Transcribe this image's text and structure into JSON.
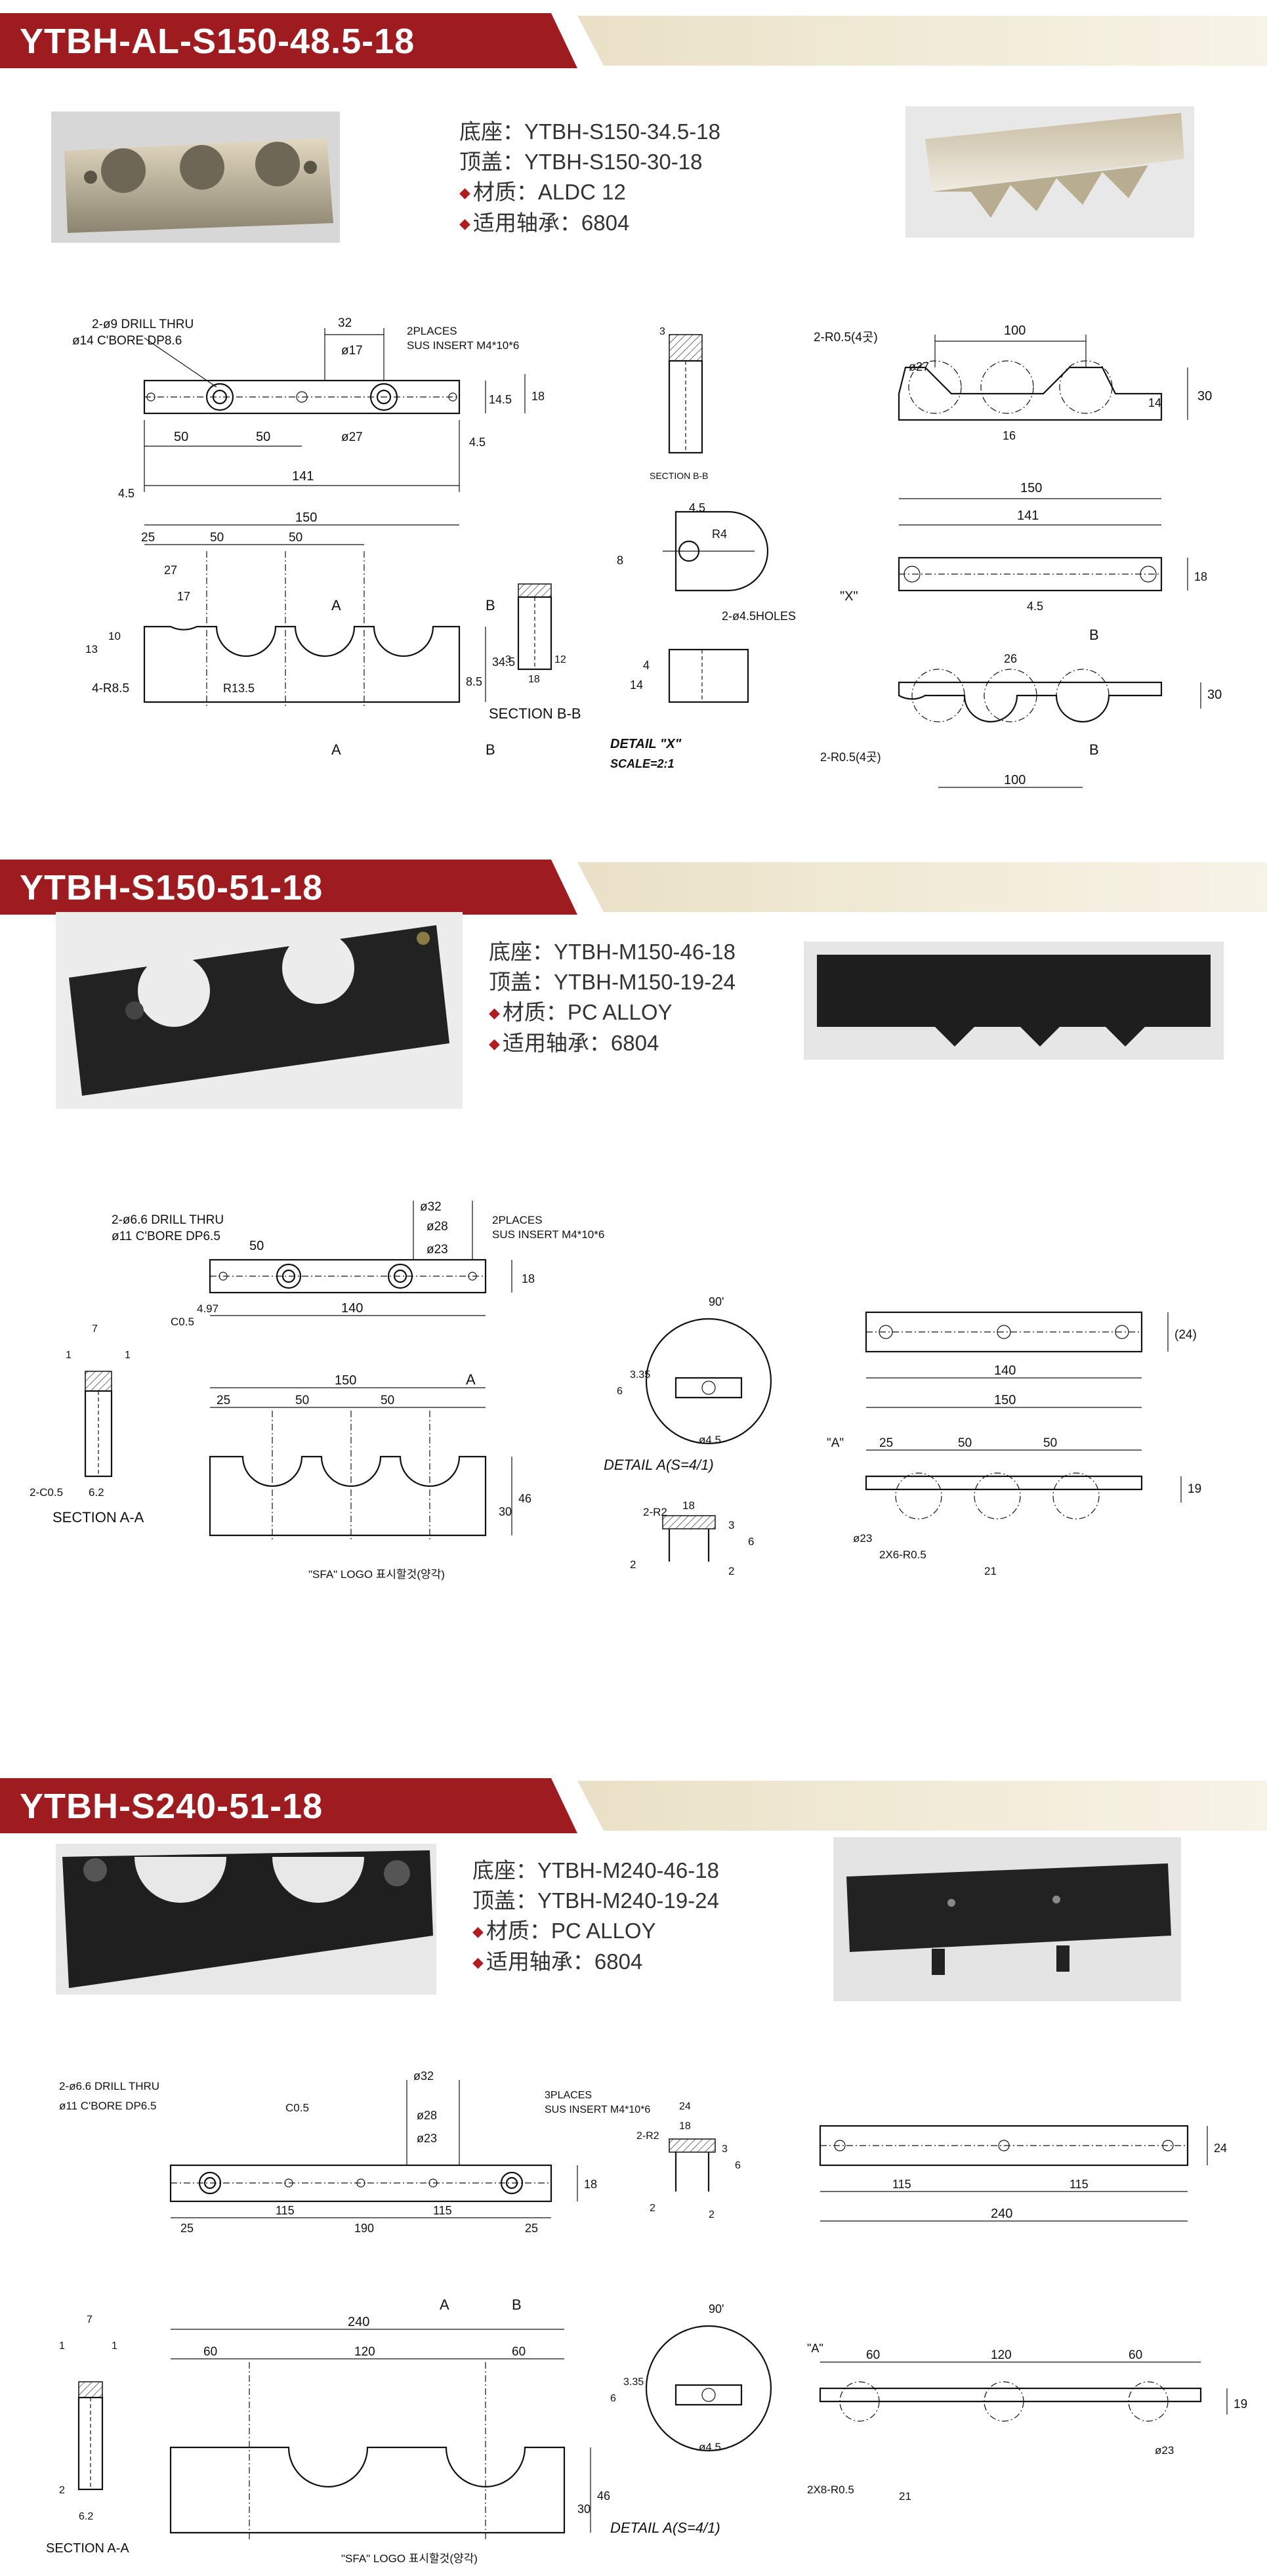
{
  "sections": [
    {
      "title": "YTBH-AL-S150-48.5-18",
      "specs": {
        "base": "底座：YTBH-S150-34.5-18",
        "cover": "顶盖：YTBH-S150-30-18",
        "material": "材质：ALDC 12",
        "bearing": "适用轴承：6804"
      },
      "bullet": "◆",
      "photo_colors": [
        "#b0a893",
        "#e6ddc8"
      ],
      "labels": {
        "drill": "2-ø9 DRILL THRU",
        "cbore": "ø14 C'BORE DP8.6",
        "places": "2PLACES",
        "insert": "SUS INSERT M4*10*6",
        "d32": "32",
        "d17": "ø17",
        "d27": "ø27",
        "d50a": "50",
        "d50b": "50",
        "d141": "141",
        "d45a": "4.5",
        "d45b": "4.5",
        "d145": "14.5",
        "d18": "18",
        "secbb_top": "SECTION B-B",
        "r05": "2-R0.5(4곳)",
        "d100": "100",
        "d16": "16",
        "d14": "14",
        "d30": "30",
        "d150": "150",
        "d141b": "141",
        "d18b": "18",
        "x_mark": "\"X\"",
        "d26": "26",
        "d100b": "100",
        "d30b": "30",
        "r05b": "2-R0.5(4곳)",
        "d27b": "ø27",
        "b_mark": "B",
        "a_mark": "A",
        "d25": "25",
        "d50c": "50",
        "d50d": "50",
        "d27c": "27",
        "d17b": "17",
        "r85": "4-R8.5",
        "r135": "R13.5",
        "d13": "13",
        "d10": "10",
        "d345": "34.5",
        "d85": "8.5",
        "secbb": "SECTION B-B",
        "d3": "3",
        "d18c": "18",
        "d12": "12",
        "r4": "R4",
        "d45c": "4.5",
        "holes": "2-ø4.5HOLES",
        "d8": "8",
        "d4": "4",
        "detail": "DETAIL \"X\"",
        "scale": "SCALE=2:1"
      }
    },
    {
      "title": "YTBH-S150-51-18",
      "specs": {
        "base": "底座：YTBH-M150-46-18",
        "cover": "顶盖：YTBH-M150-19-24",
        "material": "材质：PC ALLOY",
        "bearing": "适用轴承：6804"
      },
      "bullet": "◆",
      "photo_colors": [
        "#1e1e1e",
        "#3a3a3a"
      ],
      "labels": {
        "drill": "2-ø6.6 DRILL THRU",
        "cbore": "ø11 C'BORE DP6.5",
        "places": "2PLACES",
        "insert": "SUS INSERT M4*10*6",
        "d32": "ø32",
        "d28": "ø28",
        "d23": "ø23",
        "d50": "50",
        "d140": "140",
        "d497": "4.97",
        "c05": "C0.5",
        "d18": "18",
        "d7": "7",
        "d1a": "1",
        "d1b": "1",
        "c05b": "2-C0.5",
        "d62": "6.2",
        "secaa": "SECTION A-A",
        "d150": "150",
        "d25": "25",
        "d50a": "50",
        "d50b": "50",
        "d30": "30",
        "d46": "46",
        "logo": "\"SFA\" LOGO 표시할것(양각)",
        "a_mark": "A",
        "ang90": "90'",
        "d335": "3.35",
        "d6": "6",
        "d45": "ø4.5",
        "detail": "DETAIL A(S=4/1)",
        "r2": "2-R2",
        "d18b": "18",
        "d3": "3",
        "d6b": "6",
        "d2a": "2",
        "d2b": "2",
        "d24": "(24)",
        "d140b": "140",
        "d150b": "150",
        "a_note": "\"A\"",
        "d25b": "25",
        "d50c": "50",
        "d50d": "50",
        "d19": "19",
        "d23b": "ø23",
        "r05": "2X6-R0.5",
        "d21": "21"
      }
    },
    {
      "title": "YTBH-S240-51-18",
      "specs": {
        "base": "底座：YTBH-M240-46-18",
        "cover": "顶盖：YTBH-M240-19-24",
        "material": "材质：PC ALLOY",
        "bearing": "适用轴承：6804"
      },
      "bullet": "◆",
      "photo_colors": [
        "#1e1e1e",
        "#3a3a3a"
      ],
      "labels": {
        "drill": "2-ø6.6 DRILL THRU",
        "cbore": "ø11 C'BORE DP6.5",
        "c05": "C0.5",
        "places": "3PLACES",
        "insert": "SUS INSERT M4*10*6",
        "d32": "ø32",
        "d28": "ø28",
        "d23": "ø23",
        "d115a": "115",
        "d115b": "115",
        "d25a": "25",
        "d190": "190",
        "d25b": "25",
        "d18": "18",
        "d24": "24",
        "d18b": "18",
        "r2": "2-R2",
        "d3": "3",
        "d6": "6",
        "d2a": "2",
        "d2b": "2",
        "d24b": "24",
        "d115c": "115",
        "d115d": "115",
        "d240": "240",
        "d7": "7",
        "d1a": "1",
        "d1b": "1",
        "d2c": "2",
        "d62": "6.2",
        "secaa": "SECTION A-A",
        "d240b": "240",
        "a_mark": "A",
        "b_mark": "B",
        "d60a": "60",
        "d120": "120",
        "d60b": "60",
        "d30": "30",
        "d46": "46",
        "logo": "\"SFA\" LOGO 표시할것(양각)",
        "ang90": "90'",
        "d335": "3.35",
        "d6b": "6",
        "d45": "ø4.5",
        "detail": "DETAIL A(S=4/1)",
        "a_note": "\"A\"",
        "d60c": "60",
        "d120b": "120",
        "d60d": "60",
        "d19": "19",
        "r05": "2X8-R0.5",
        "d21": "21",
        "d23b": "ø23"
      }
    }
  ]
}
